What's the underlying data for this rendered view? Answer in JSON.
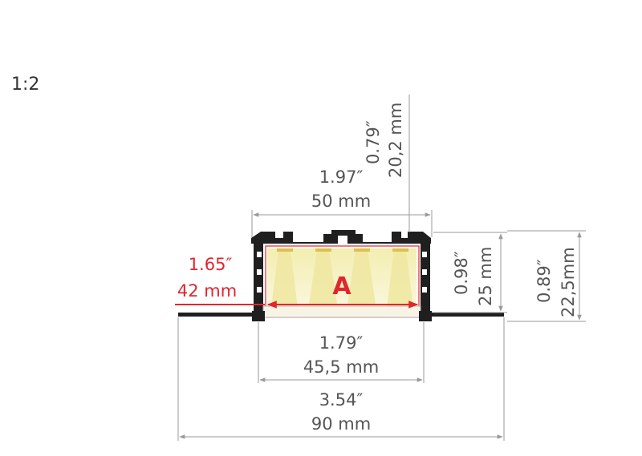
{
  "scale": "1:2",
  "marker": "A",
  "dimensions": {
    "profile_depth": {
      "inch": "0.79″",
      "mm": "20,2 mm"
    },
    "top_width": {
      "inch": "1.97″",
      "mm": "50 mm"
    },
    "inner_width": {
      "inch": "1.65″",
      "mm": "42 mm"
    },
    "side_height": {
      "inch": "0.98″",
      "mm": "25 mm"
    },
    "total_height": {
      "inch": "0.89″",
      "mm": "22,5mm"
    },
    "bottom_width": {
      "inch": "1.79″",
      "mm": "45,5 mm"
    },
    "flange_width": {
      "inch": "3.54″",
      "mm": "90 mm"
    }
  },
  "colors": {
    "profile": "#1f1f1f",
    "dimension_line": "#9a9a9a",
    "dimension_text": "#555555",
    "highlight": "#e1262d",
    "led_light": "#f6f1c6"
  }
}
